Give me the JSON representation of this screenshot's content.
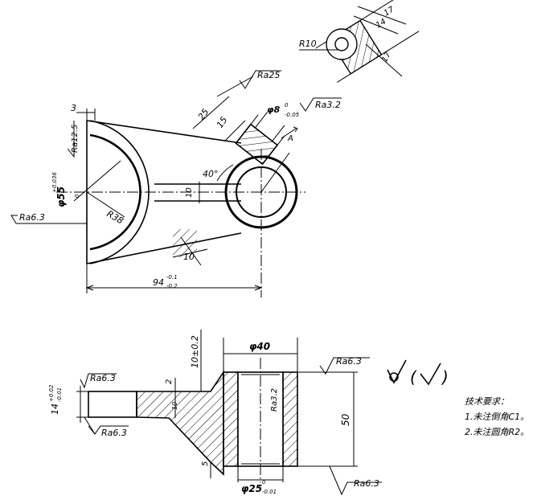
{
  "top_view": {
    "dims": {
      "left_offset": "3",
      "bore_dia": "φ55",
      "bore_tol_upper": "+0.036",
      "bore_tol_lower": "0",
      "radius_arc": "R38",
      "rib_width": "10",
      "rib_thick": "10",
      "angle": "40°",
      "overall_len": "94",
      "overall_tol_upper": "-0.1",
      "overall_tol_lower": "-0.2",
      "boss_25": "25",
      "boss_15": "15",
      "pin_hole": "φ8",
      "pin_tol_upper": "0",
      "pin_tol_lower": "-0.05",
      "section_mark": "A"
    },
    "roughness": {
      "left_face": "Ra12.5",
      "bore": "Ra6.3",
      "boss_top": "Ra25",
      "pin_hole": "Ra3.2"
    }
  },
  "detail_view": {
    "radius": "R10",
    "dim_17a": "17",
    "dim_14": "14",
    "dim_17b": "17"
  },
  "front_view": {
    "dims": {
      "top_offset": "10±0.2",
      "outer_dia": "φ40",
      "height": "50",
      "web_offset": "2",
      "web_thick": "10",
      "bottom_offset": "5",
      "flange_thick": "14",
      "flange_tol_upper": "+0.02",
      "flange_tol_lower": "-0.01",
      "inner_dia": "φ25",
      "inner_tol_upper": "0",
      "inner_tol_lower": "-0.01"
    },
    "roughness": {
      "top_right": "Ra6.3",
      "inner_bore": "Ra3.2",
      "bottom_right": "Ra6.3",
      "flange_top": "Ra6.3",
      "flange_bottom": "Ra6.3"
    }
  },
  "general_symbol": {
    "open_paren": "(",
    "close_paren": ")"
  },
  "tech_requirements": {
    "title": "技术要求：",
    "items": [
      "1.未注倒角C1。",
      "2.未注圆角R2。"
    ]
  }
}
